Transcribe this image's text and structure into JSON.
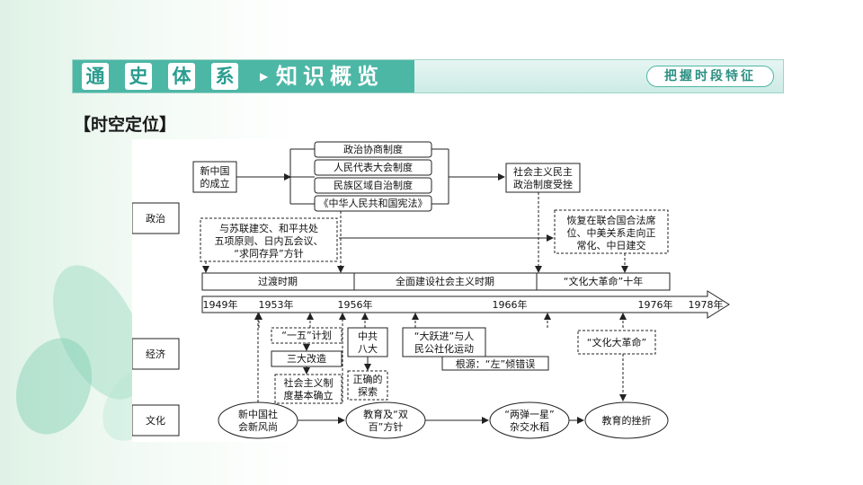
{
  "banner": {
    "t1": "通",
    "t2": "史",
    "t3": "体",
    "t4": "系",
    "subtitle": "知识概览",
    "right_tag": "把握时段特征"
  },
  "section_title": "【时空定位】",
  "rows": {
    "politics": "政治",
    "economy": "经济",
    "culture": "文化"
  },
  "politics": {
    "founding_l1": "新中国",
    "founding_l2": "的成立",
    "sys1": "政治协商制度",
    "sys2": "人民代表大会制度",
    "sys3": "民族区域自治制度",
    "sys4": "《中华人民共和国宪法》",
    "setback_l1": "社会主义民主",
    "setback_l2": "政治制度受挫",
    "foreign_l1": "与苏联建交、和平共处",
    "foreign_l2": "五项原则、日内瓦会议、",
    "foreign_l3": "“求同存异”方针",
    "restore_l1": "恢复在联合国合法席",
    "restore_l2": "位、中美关系走向正",
    "restore_l3": "常化、中日建交"
  },
  "periods": {
    "p1": "过渡时期",
    "p2": "全面建设社会主义时期",
    "p3": "“文化大革命”十年"
  },
  "timeline": {
    "y1": "1949年",
    "y2": "1953年",
    "y3": "1956年",
    "y4": "1966年",
    "y5": "1976年",
    "y6": "1978年"
  },
  "economy": {
    "plan": "“一五”计划",
    "reform": "三大改造",
    "est_l1": "社会主义制",
    "est_l2": "度基本确立",
    "eighth_l1": "中共",
    "eighth_l2": "八大",
    "correct_l1": "正确的",
    "correct_l2": "探索",
    "leap_l1": "“大跃进”与人",
    "leap_l2": "民公社化运动",
    "root": "根源：“左”倾错误",
    "culrev": "“文化大革命”"
  },
  "culture": {
    "new_l1": "新中国社",
    "new_l2": "会新风尚",
    "edu_l1": "教育及“双",
    "edu_l2": "百”方针",
    "bomb_l1": "“两弹一星”",
    "bomb_l2": "杂交水稻",
    "setback": "教育的挫折"
  }
}
